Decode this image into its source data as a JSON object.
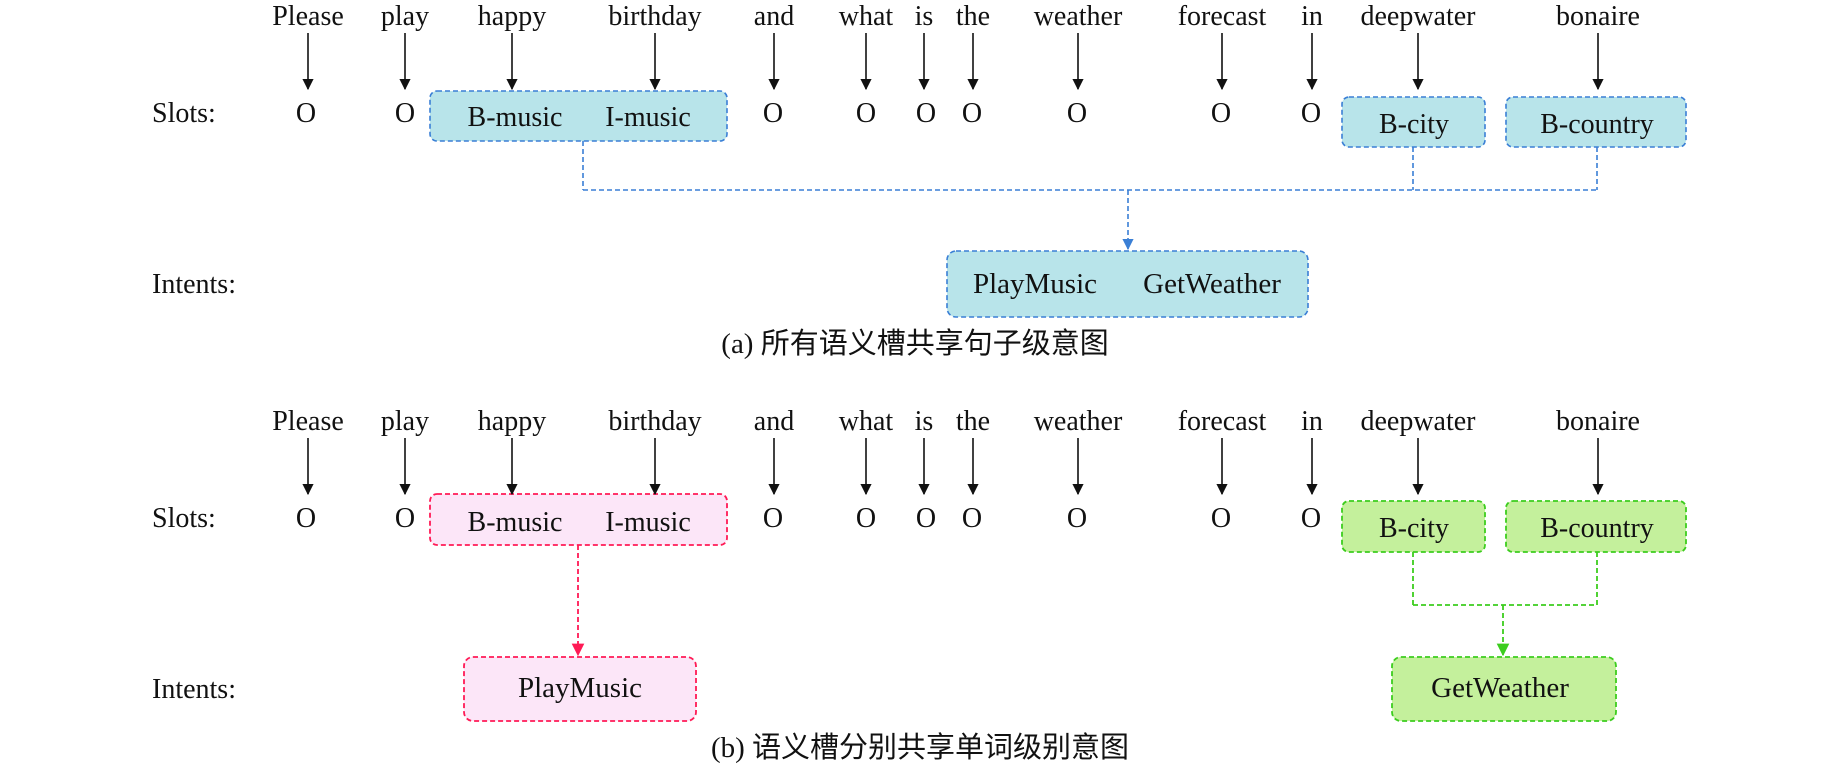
{
  "words": [
    "Please",
    "play",
    "happy",
    "birthday",
    "and",
    "what",
    "is",
    "the",
    "weather",
    "forecast",
    "in",
    "deepwater",
    "bonaire"
  ],
  "slots": [
    "O",
    "O",
    "B-music",
    "I-music",
    "O",
    "O",
    "O",
    "O",
    "O",
    "O",
    "O",
    "B-city",
    "B-country"
  ],
  "row_labels": {
    "slots": "Slots:",
    "intents": "Intents:"
  },
  "panel_a": {
    "caption": "(a) 所有语义槽共享句子级意图",
    "intents": [
      "PlayMusic",
      "GetWeather"
    ],
    "box_color": "#b8e4ea",
    "border_color": "#3a7fd5"
  },
  "panel_b": {
    "caption": "(b) 语义槽分别共享单词级别意图",
    "intent_music": "PlayMusic",
    "intent_weather": "GetWeather",
    "music_fill": "#fce6f8",
    "music_border": "#ff1a55",
    "weather_fill": "#c4f09c",
    "weather_border": "#3ccd1e"
  }
}
